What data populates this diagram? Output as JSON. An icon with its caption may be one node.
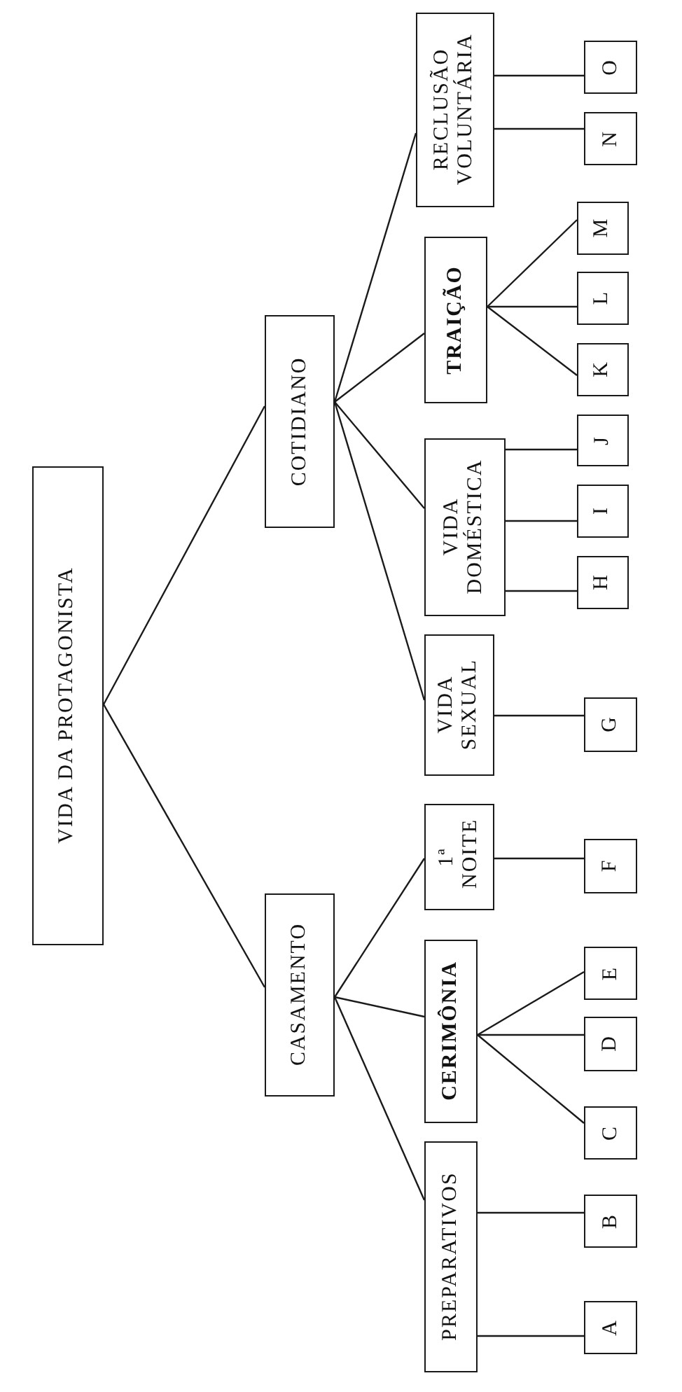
{
  "diagram": {
    "nodes": [
      {
        "text": [
          "VIDA DA PROTAGONISTA"
        ]
      },
      {
        "text": [
          "CASAMENTO"
        ]
      },
      {
        "text": [
          "COTIDIANO"
        ]
      },
      {
        "text": [
          "PREPARATIVOS"
        ]
      },
      {
        "text": [
          "CERIMÔNIA"
        ]
      },
      {
        "text": [
          "1ª NOITE"
        ]
      },
      {
        "text": [
          "VIDA SEXUAL"
        ]
      },
      {
        "text": [
          "VIDA DOMÉSTICA"
        ]
      },
      {
        "text": [
          "TRAIÇÃO"
        ]
      },
      {
        "text": [
          "RECLUSÃO VOLUNTÁRIA"
        ]
      },
      {
        "text": [
          "A"
        ]
      },
      {
        "text": [
          "B"
        ]
      },
      {
        "text": [
          "C"
        ]
      },
      {
        "text": [
          "D"
        ]
      },
      {
        "text": [
          "E"
        ]
      },
      {
        "text": [
          "F"
        ]
      },
      {
        "text": [
          "G"
        ]
      },
      {
        "text": [
          "H"
        ]
      },
      {
        "text": [
          "I"
        ]
      },
      {
        "text": [
          "J"
        ]
      },
      {
        "text": [
          "K"
        ]
      },
      {
        "text": [
          "L"
        ]
      },
      {
        "text": [
          "M"
        ]
      },
      {
        "text": [
          "N"
        ]
      },
      {
        "text": [
          "O"
        ]
      }
    ],
    "edges": [
      {
        "from": 0,
        "to": 1,
        "arrow": "none"
      },
      {
        "from": 0,
        "to": 2,
        "arrow": "none"
      },
      {
        "from": 1,
        "to": 3,
        "arrow": "none"
      },
      {
        "from": 1,
        "to": 4,
        "arrow": "none"
      },
      {
        "from": 1,
        "to": 5,
        "arrow": "none"
      },
      {
        "from": 2,
        "to": 6,
        "arrow": "none"
      },
      {
        "from": 2,
        "to": 7,
        "arrow": "none"
      },
      {
        "from": 2,
        "to": 8,
        "arrow": "none"
      },
      {
        "from": 2,
        "to": 9,
        "arrow": "none"
      },
      {
        "from": 3,
        "to": 10,
        "arrow": "none"
      },
      {
        "from": 3,
        "to": 11,
        "arrow": "none"
      },
      {
        "from": 4,
        "to": 12,
        "arrow": "none"
      },
      {
        "from": 4,
        "to": 13,
        "arrow": "none"
      },
      {
        "from": 4,
        "to": 14,
        "arrow": "none"
      },
      {
        "from": 5,
        "to": 15,
        "arrow": "none"
      },
      {
        "from": 6,
        "to": 16,
        "arrow": "none"
      },
      {
        "from": 7,
        "to": 17,
        "arrow": "none"
      },
      {
        "from": 7,
        "to": 18,
        "arrow": "none"
      },
      {
        "from": 7,
        "to": 19,
        "arrow": "none"
      },
      {
        "from": 8,
        "to": 20,
        "arrow": "none"
      },
      {
        "from": 8,
        "to": 21,
        "arrow": "none"
      },
      {
        "from": 8,
        "to": 22,
        "arrow": "none"
      },
      {
        "from": 9,
        "to": 23,
        "arrow": "none"
      },
      {
        "from": 9,
        "to": 24,
        "arrow": "none"
      }
    ]
  }
}
